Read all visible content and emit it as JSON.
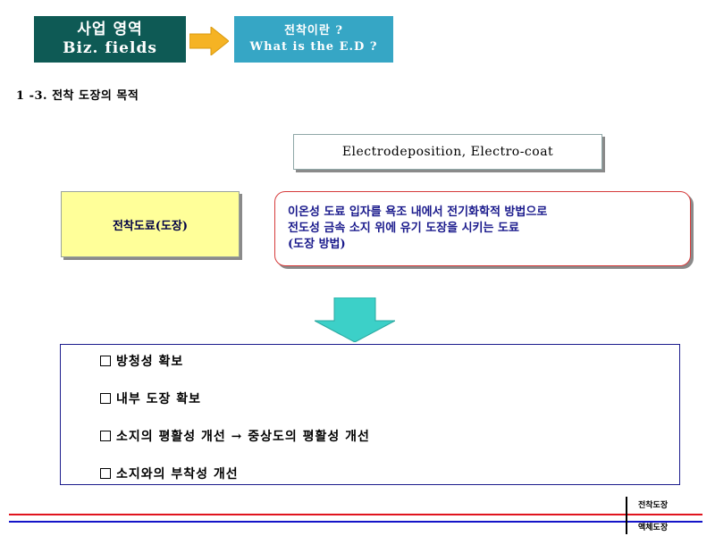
{
  "header": {
    "biz_ko": "사업 영역",
    "biz_en": "Biz. fields",
    "what_ko": "전착이란 ?",
    "what_en": "What is the E.D ?"
  },
  "section_title": "1 -3. 전착 도장의 목적",
  "ed_label": "Electrodeposition, Electro-coat",
  "term_label": "전착도료(도장)",
  "definition": {
    "line1": "이온성 도료 입자를 욕조 내에서 전기화학적 방법으로",
    "line2": "전도성 금속 소지 위에 유기 도장을 시키는 도료",
    "line3": "(도장 방법)"
  },
  "purposes": [
    "방청성 확보",
    "내부 도장 확보",
    "소지의 평활성 개선 → 중상도의 평활성 개선",
    "소지와의 부착성 개선"
  ],
  "footer": {
    "label_top": "전착도장",
    "label_bottom": "액체도장"
  },
  "colors": {
    "header_green": "#0e5a55",
    "header_blue": "#36a6c5",
    "arrow_orange": "#f5b324",
    "arrow_teal": "#3cd0c8",
    "term_yellow": "#ffff99",
    "definition_border": "#d63b3b",
    "definition_text": "#1a1a8c",
    "line_red": "#e0141e",
    "line_blue": "#1414c8"
  }
}
